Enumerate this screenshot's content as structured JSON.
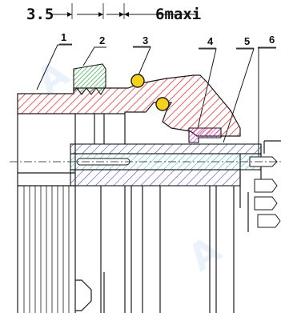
{
  "dimensions": {
    "left_value": "3.5",
    "right_value": "6maxi"
  },
  "callouts": [
    {
      "number": "1"
    },
    {
      "number": "2"
    },
    {
      "number": "3"
    },
    {
      "number": "4"
    },
    {
      "number": "5"
    },
    {
      "number": "6"
    }
  ],
  "colors": {
    "housing_hatch": "#e53935",
    "nut_hatch": "#1f9d3a",
    "oring_fill": "#f2d21b",
    "retainer_hatch": "#d02fc4",
    "insert_hatch": "#2f3dcc",
    "contact_hatch": "#20b8c8",
    "watermark": "#c9d9f2"
  },
  "icons": {
    "arrow": "filled-arrowhead"
  }
}
